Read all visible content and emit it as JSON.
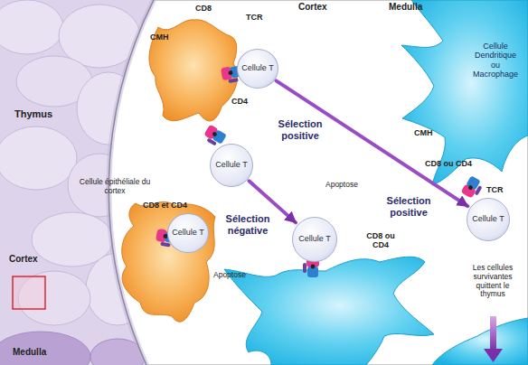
{
  "diagram": {
    "nodes": [
      {
        "text": [
          "Cellule T"
        ]
      },
      {
        "text": [
          "Cellule T"
        ]
      },
      {
        "text": [
          "Cellule T"
        ]
      },
      {
        "text": [
          "Cellule T"
        ]
      },
      {
        "text": [
          "Cellule T"
        ]
      }
    ],
    "edges": [
      {
        "from": 0,
        "to": 4,
        "arrow": "to"
      },
      {
        "from": 1,
        "to": 3,
        "arrow": "to"
      }
    ],
    "labels": [
      "Thymus",
      "Cortex",
      "Medulla",
      "Cortex",
      "Medulla",
      "CD8",
      "CMH",
      "TCR",
      "CD4",
      "Sélection positive",
      "Cellule épithéliale du cortex",
      "CD8 et CD4",
      "Sélection négative",
      "Apoptose",
      "Cellule Dendritique ou Macrophage",
      "CMH",
      "CD8 ou CD4",
      "TCR",
      "Sélection positive",
      "Apoptose",
      "CD8 ou CD4",
      "Les cellules survivantes quittent le thymus"
    ]
  }
}
